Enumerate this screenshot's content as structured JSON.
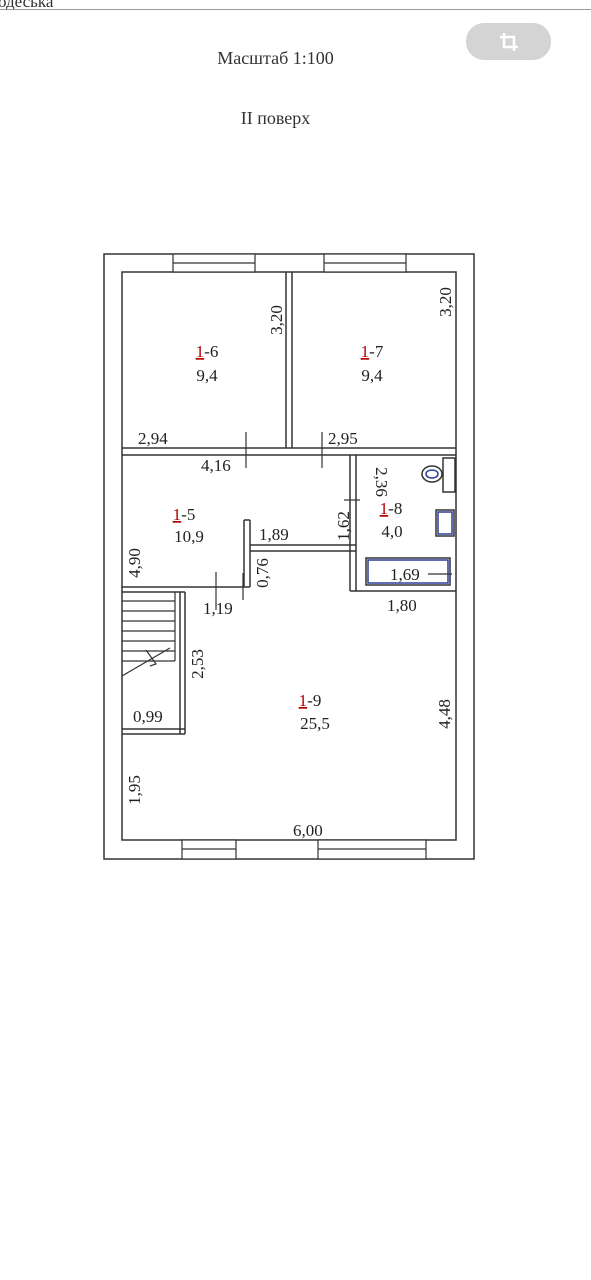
{
  "header": {
    "partial_title": "одеська"
  },
  "toolbar": {
    "crop_icon": "crop-icon",
    "crop_button_color": "#d4d4d4"
  },
  "plan": {
    "scale_label": "Масштаб 1:100",
    "floor_label": "II поверх",
    "rooms": [
      {
        "id_prefix": "1",
        "id_suffix": "-6",
        "area": "9,4"
      },
      {
        "id_prefix": "1",
        "id_suffix": "-7",
        "area": "9,4"
      },
      {
        "id_prefix": "1",
        "id_suffix": "-5",
        "area": "10,9"
      },
      {
        "id_prefix": "1",
        "id_suffix": "-8",
        "area": "4,0"
      },
      {
        "id_prefix": "1",
        "id_suffix": "-9",
        "area": "25,5"
      }
    ],
    "dimensions": {
      "d_3_20_left": "3,20",
      "d_3_20_right": "3,20",
      "d_2_94": "2,94",
      "d_2_95": "2,95",
      "d_4_16": "4,16",
      "d_2_36": "2,36",
      "d_1_62": "1,62",
      "d_1_89": "1,89",
      "d_0_76": "0,76",
      "d_4_90": "4,90",
      "d_1_19": "1,19",
      "d_1_69": "1,69",
      "d_1_80": "1,80",
      "d_2_53": "2,53",
      "d_0_99": "0,99",
      "d_4_48": "4,48",
      "d_1_95": "1,95",
      "d_6_00": "6,00"
    },
    "id_color": "#b00000"
  }
}
